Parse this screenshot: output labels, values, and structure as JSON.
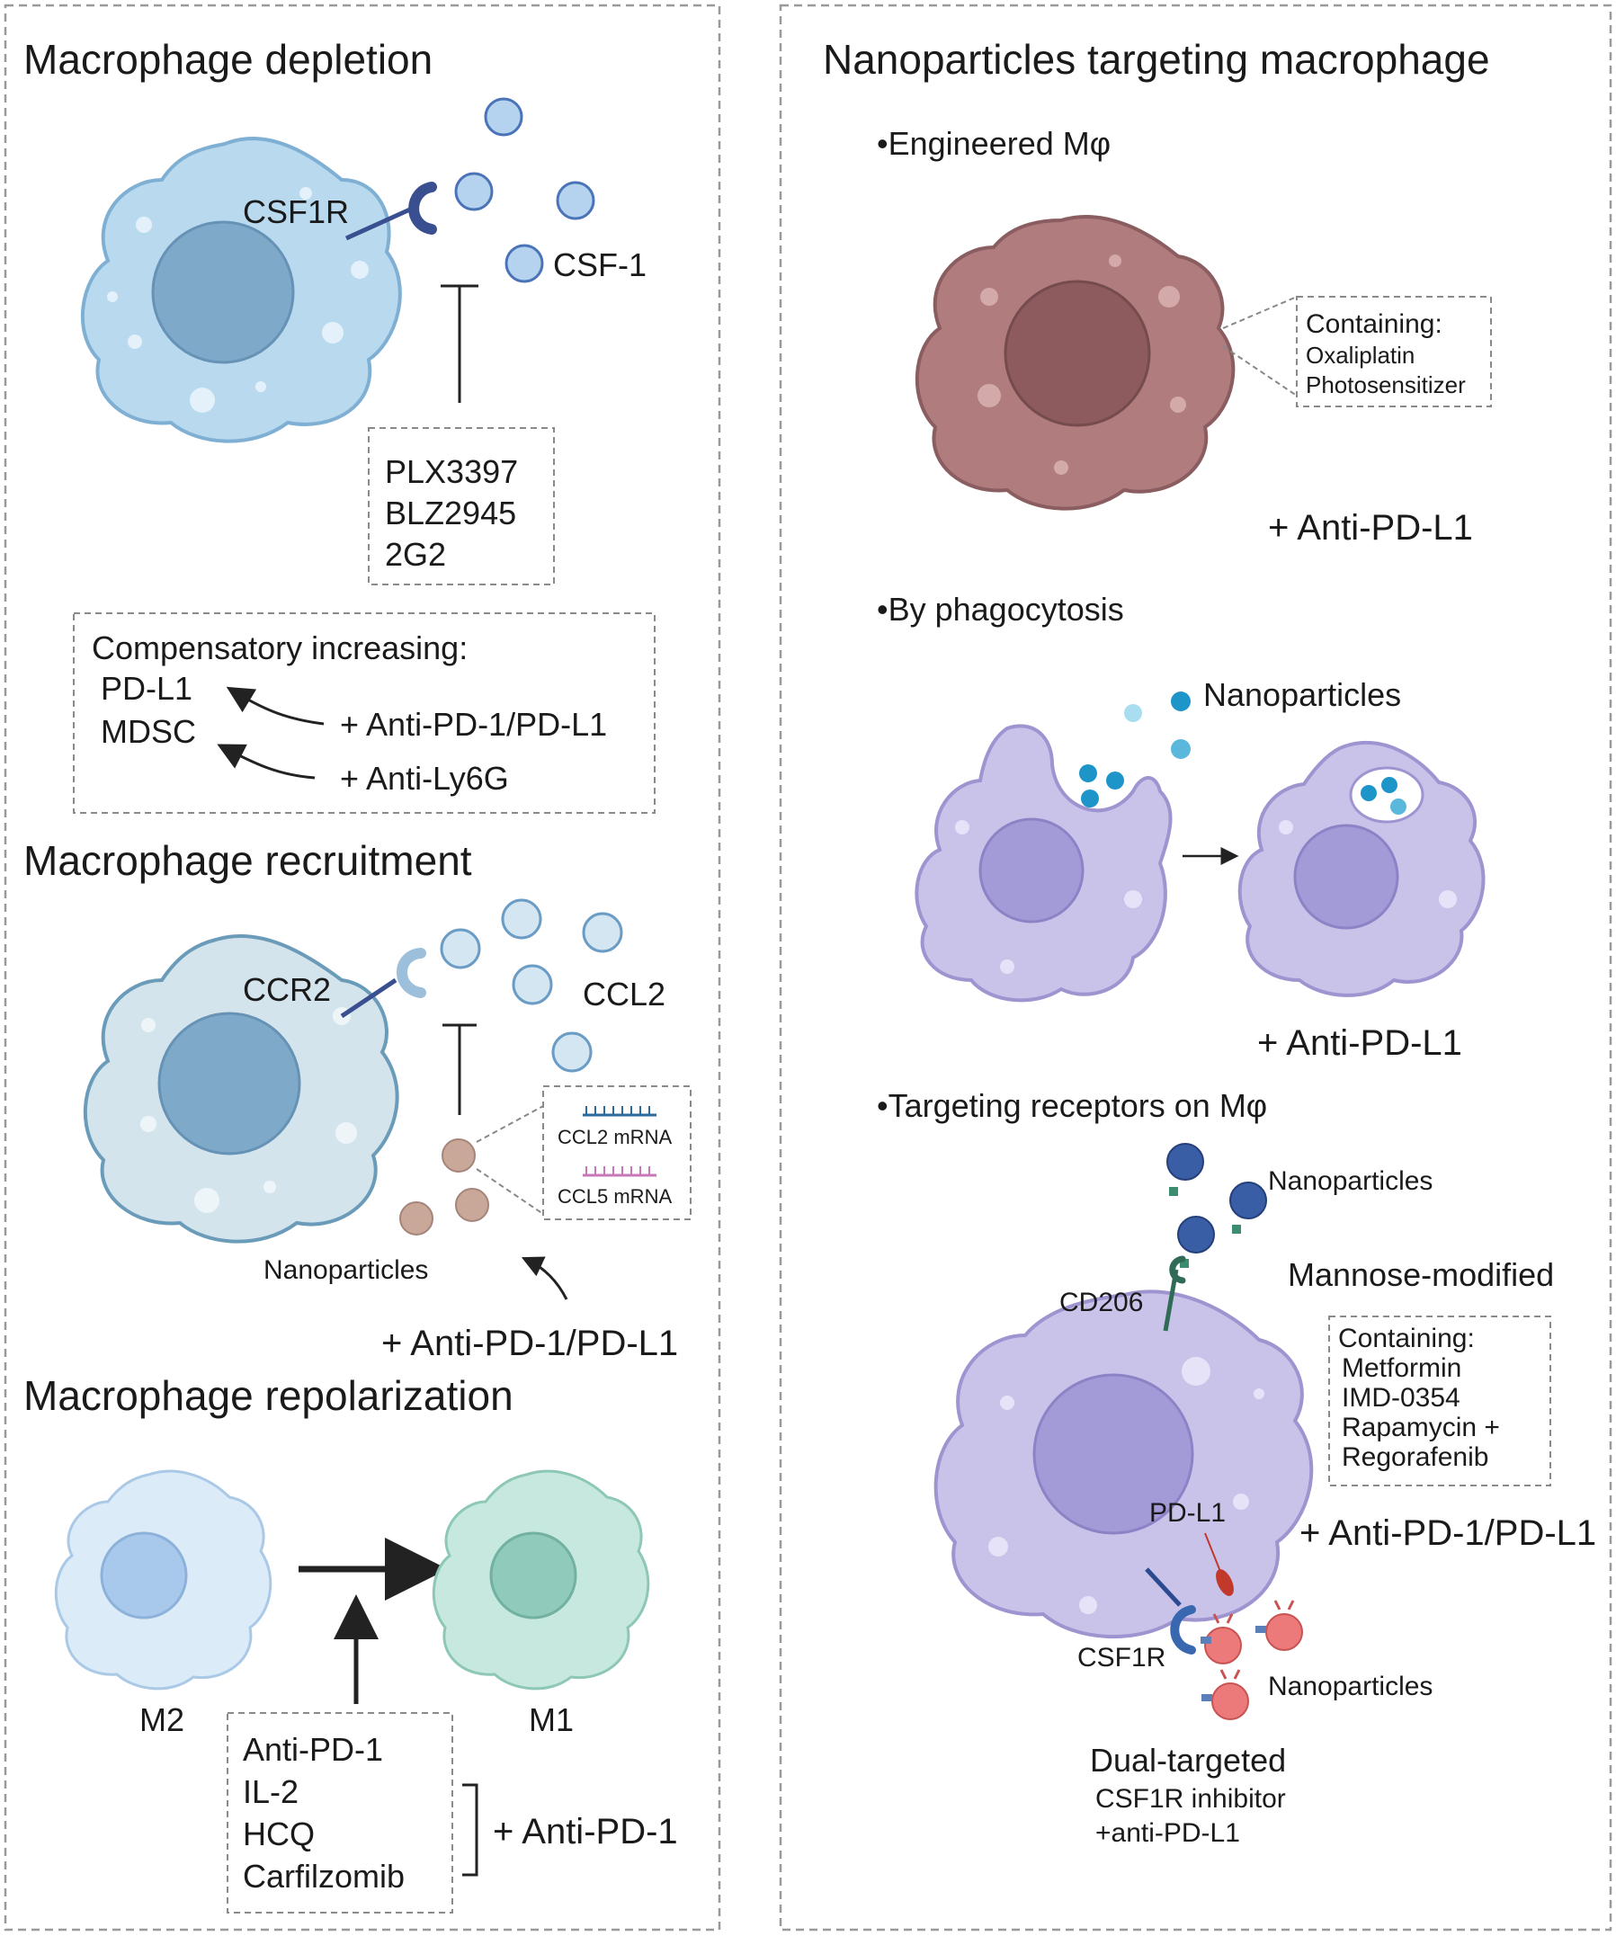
{
  "left": {
    "depletion": {
      "title": "Macrophage depletion",
      "receptor": "CSF1R",
      "ligand": "CSF-1",
      "inhibitors": [
        "PLX3397",
        "BLZ2945",
        "2G2"
      ],
      "compensatory": {
        "heading": "Compensatory increasing:",
        "items": [
          "PD-L1",
          "MDSC"
        ],
        "combos": [
          "+ Anti-PD-1/PD-L1",
          "+ Anti-Ly6G"
        ]
      }
    },
    "recruitment": {
      "title": "Macrophage recruitment",
      "receptor": "CCR2",
      "ligand": "CCL2",
      "mrna": [
        "CCL2 mRNA",
        "CCL5 mRNA"
      ],
      "nanoparticles": "Nanoparticles",
      "combo": "+ Anti-PD-1/PD-L1"
    },
    "repolarization": {
      "title": "Macrophage repolarization",
      "from": "M2",
      "to": "M1",
      "agents": [
        "Anti-PD-1",
        "IL-2",
        "HCQ",
        "Carfilzomib"
      ],
      "combo": "+ Anti-PD-1"
    }
  },
  "right": {
    "title": "Nanoparticles targeting macrophage",
    "engineered": {
      "heading": "•Engineered Mφ",
      "containing": [
        "Containing:",
        "Oxaliplatin",
        "Photosensitizer"
      ],
      "combo": "+ Anti-PD-L1"
    },
    "phagocytosis": {
      "heading": "•By phagocytosis",
      "nanoparticles": "Nanoparticles",
      "combo": "+ Anti-PD-L1"
    },
    "receptors": {
      "heading": "•Targeting receptors on Mφ",
      "nanoparticles_top": "Nanoparticles",
      "cd206": "CD206",
      "mannose": "Mannose-modified",
      "containing": [
        "Containing:",
        "Metformin",
        "IMD-0354",
        "Rapamycin +",
        "Regorafenib"
      ],
      "pdl1": "PD-L1",
      "combo": "+ Anti-PD-1/PD-L1",
      "csf1r": "CSF1R",
      "nanoparticles_bottom": "Nanoparticles",
      "dual": [
        "Dual-targeted",
        "CSF1R inhibitor",
        "+anti-PD-L1"
      ]
    }
  },
  "colors": {
    "blue_cell": "#b9d9ef",
    "blue_nucleus": "#7fa9c9",
    "grey_cell": "#d4e4ec",
    "brown_cell": "#b07c7e",
    "purple_cell": "#c9c3ea",
    "m2_cell": "#dcebf8",
    "m1_cell": "#c7e8df"
  }
}
